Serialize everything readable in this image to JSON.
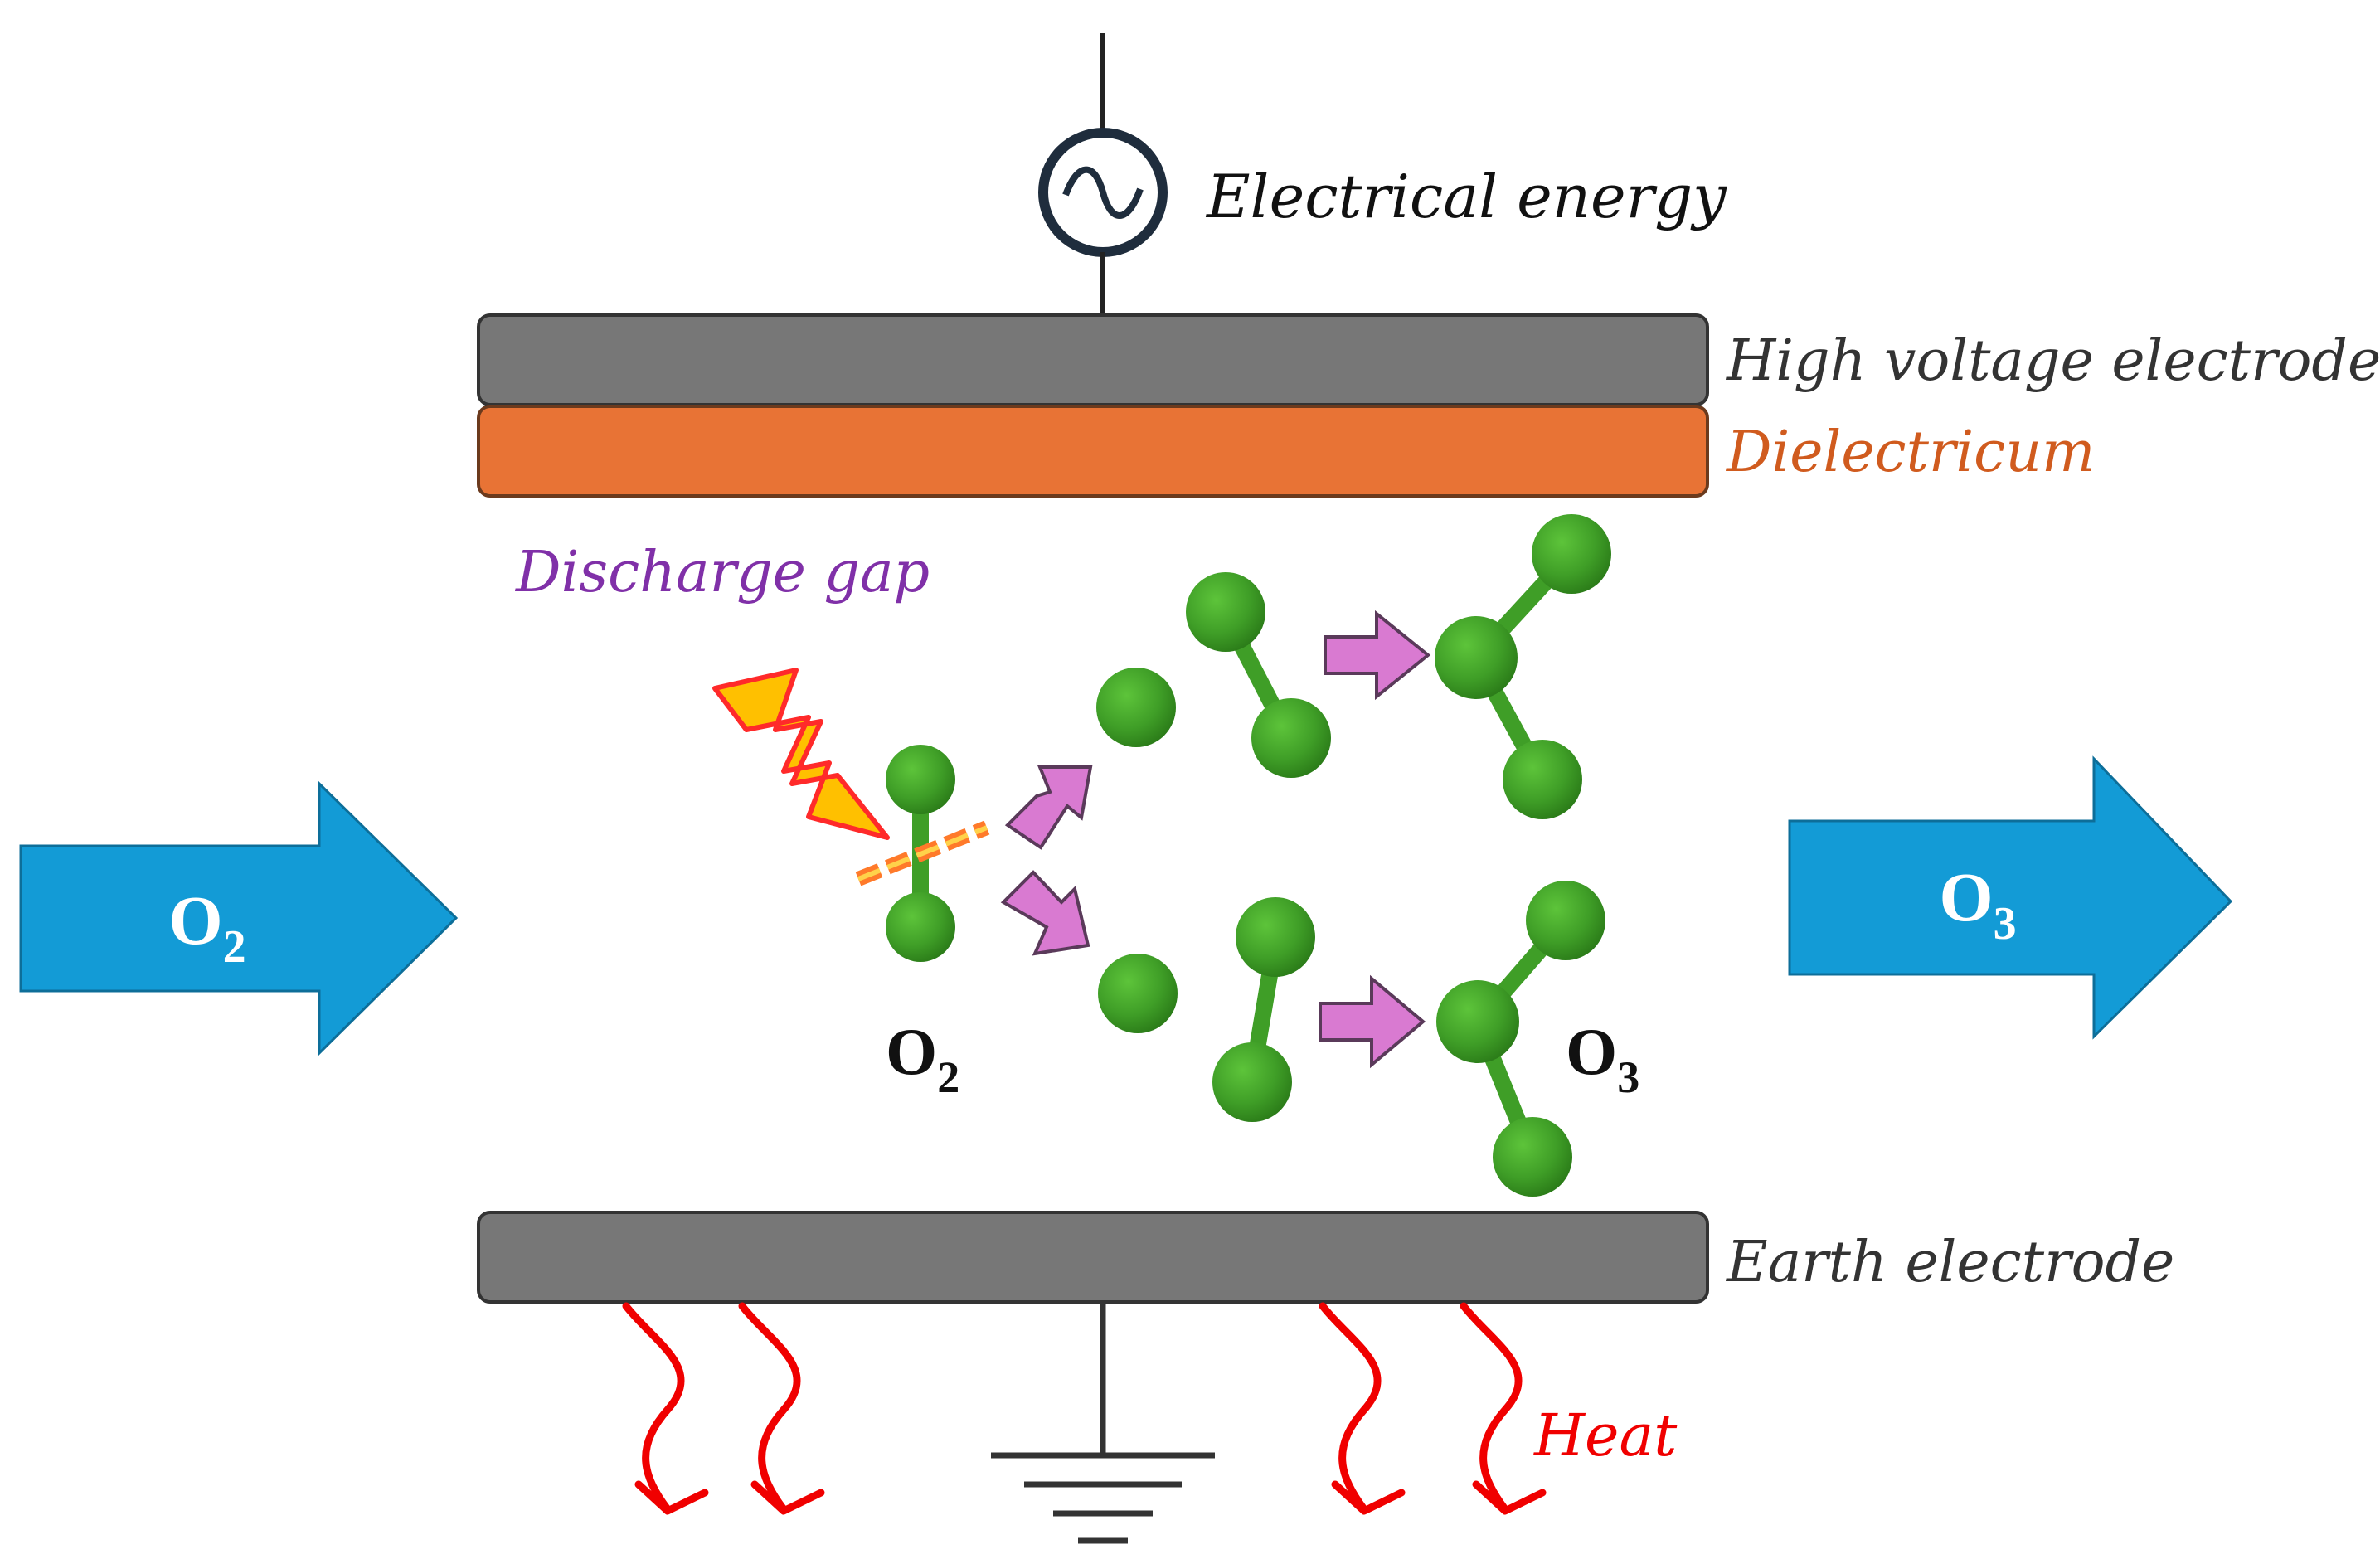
{
  "labels": {
    "electrical_energy": "Electrical energy",
    "high_voltage_electrode": "High voltage electrode",
    "dielectricum": "Dielectricum",
    "discharge_gap": "Discharge gap",
    "earth_electrode": "Earth electrode",
    "heat": "Heat"
  },
  "flow": {
    "inlet": {
      "main": "O",
      "sub": "2"
    },
    "outlet": {
      "main": "O",
      "sub": "3"
    }
  },
  "molecules": {
    "o2": {
      "main": "O",
      "sub": "2"
    },
    "o3": {
      "main": "O",
      "sub": "3"
    }
  },
  "colors": {
    "electrode": "#777777",
    "dielectric": "#E87335",
    "flow_arrow": "#139BD6",
    "atom": "#3F9E27",
    "reaction_arrow": "#D97AD1",
    "discharge_label": "#8030A8",
    "heat": "#F00000",
    "dielectric_label": "#D05B1E",
    "spark": "#FFC000"
  },
  "icons": [
    "ac-source-icon",
    "ground-icon",
    "spark-icon",
    "heat-wave-icon"
  ]
}
